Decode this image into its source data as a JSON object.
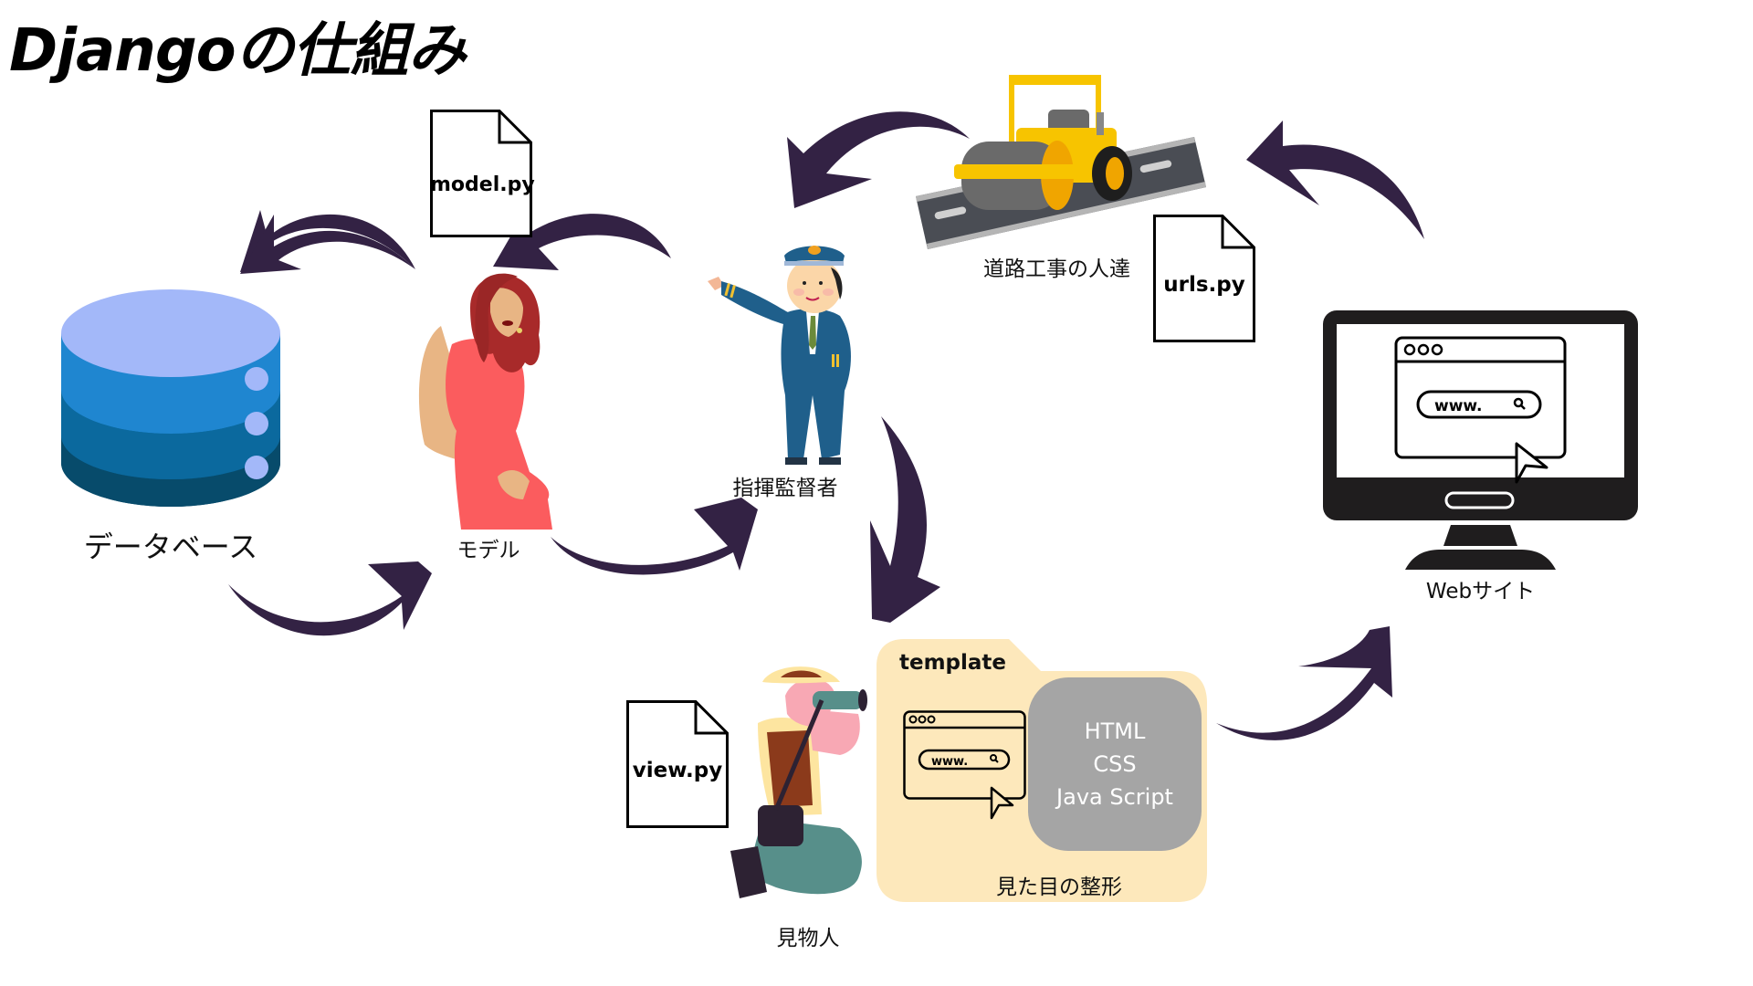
{
  "title": "Djangoの仕組み",
  "colors": {
    "arrow": "#332244",
    "folder": "#fde8bb",
    "code_box": "#a5a5a5",
    "monitor": "#1f1d1e",
    "db_top": "#a3b8f9",
    "db_layer1": "#1f86d0",
    "db_layer2": "#0b699e",
    "db_layer3": "#074b6b"
  },
  "nodes": {
    "database": {
      "label": "データベース",
      "icon": "database-icon"
    },
    "model": {
      "label": "モデル",
      "icon": "woman-in-red-dress-illustration",
      "file": "model.py"
    },
    "conductor": {
      "label": "指揮監督者",
      "icon": "conductor-pointing-illustration"
    },
    "road_workers": {
      "label": "道路工事の人達",
      "icon": "road-roller-illustration",
      "file": "urls.py"
    },
    "website": {
      "label": "Webサイト",
      "icon": "monitor-browser-icon",
      "browser_text": "www."
    },
    "viewer": {
      "label": "見物人",
      "icon": "person-with-binoculars-illustration",
      "file": "view.py"
    },
    "template": {
      "folder_label": "template",
      "browser_text": "www.",
      "languages": [
        "HTML",
        "CSS",
        "Java Script"
      ],
      "caption": "見た目の整形"
    }
  },
  "flow": [
    {
      "from": "website",
      "to": "road_workers"
    },
    {
      "from": "road_workers",
      "to": "conductor"
    },
    {
      "from": "conductor",
      "to": "model"
    },
    {
      "from": "model",
      "to": "database"
    },
    {
      "from": "database",
      "to": "model"
    },
    {
      "from": "model",
      "to": "conductor"
    },
    {
      "from": "conductor",
      "to": "viewer"
    },
    {
      "from": "template",
      "to": "website"
    }
  ]
}
